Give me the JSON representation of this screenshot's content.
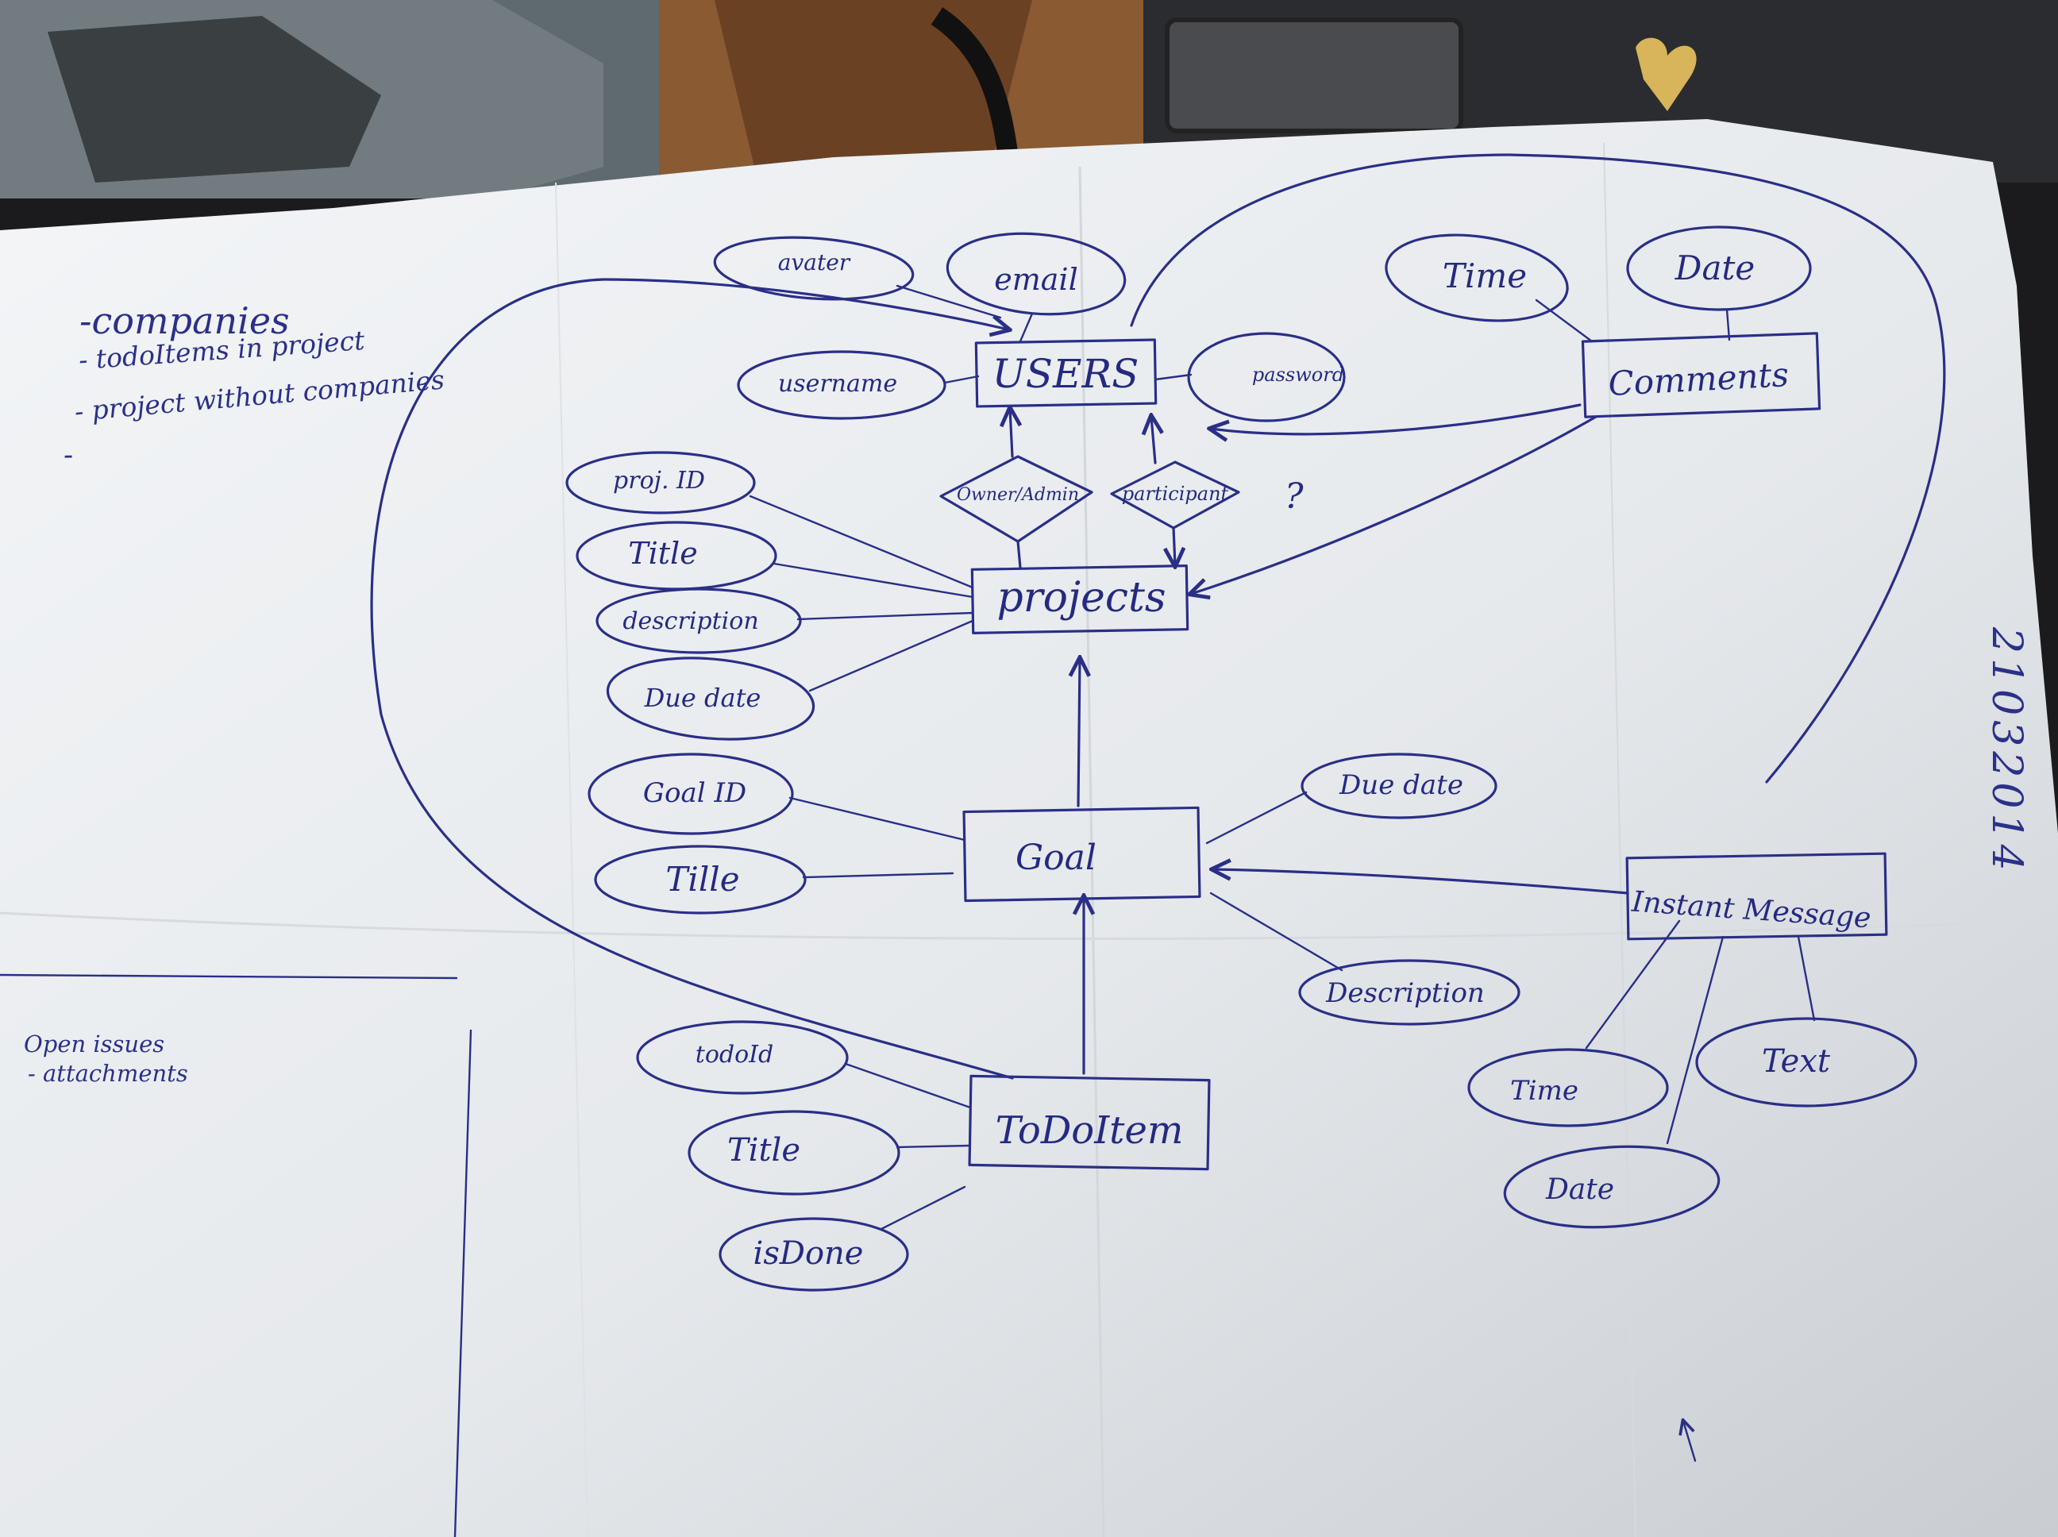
{
  "notes": {
    "top_left": [
      "-companies",
      "- todoItems in project",
      "- project without companies",
      "-"
    ],
    "open_issues": [
      "Open issues",
      "- attachments"
    ],
    "date_stamp": "21032014"
  },
  "entities": {
    "users": "USERS",
    "comments": "Comments",
    "projects": "projects",
    "goal": "Goal",
    "instant_message": "Instant Message",
    "todo_item": "ToDoItem"
  },
  "relationships": {
    "owner_admin": "Owner/Admin",
    "participant": "participant",
    "question_mark": "?"
  },
  "attributes": {
    "users": [
      "avater",
      "email",
      "username",
      "password"
    ],
    "comments": [
      "Time",
      "Date"
    ],
    "projects": [
      "proj. ID",
      "Title",
      "description",
      "Due date"
    ],
    "goal": [
      "Goal ID",
      "Tille",
      "Due date",
      "Description"
    ],
    "todo_item": [
      "todoId",
      "Title",
      "isDone"
    ],
    "instant_message": [
      "Time",
      "Date",
      "Text"
    ]
  },
  "colors": {
    "ink": "#2a2f86",
    "paper": "#eef0f2",
    "background": "#1a1a1c"
  }
}
